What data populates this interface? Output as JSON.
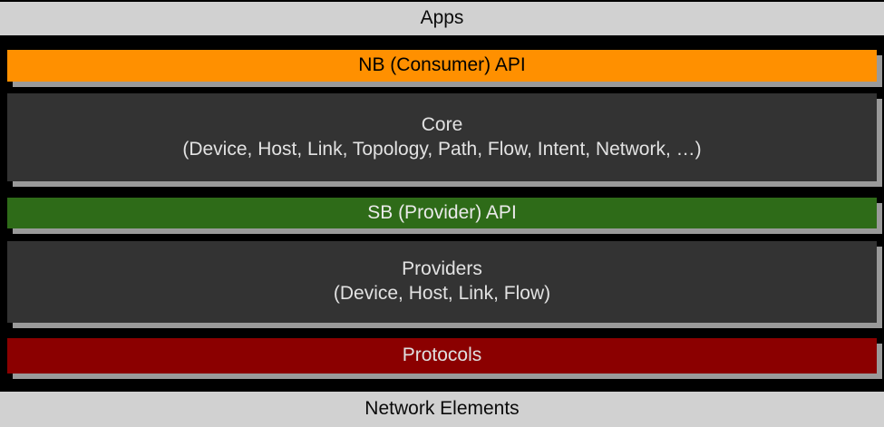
{
  "diagram": {
    "type": "layered-architecture",
    "background_color": "#000000",
    "shadow_color": "#9a9a9a",
    "layers": [
      {
        "id": "apps",
        "title": "Apps",
        "subtitle": "",
        "fill_color": "#d1d1d1",
        "text_color": "#0a0a0a"
      },
      {
        "id": "nb-api",
        "title": "NB (Consumer) API",
        "subtitle": "",
        "fill_color": "#ff9000",
        "text_color": "#000000"
      },
      {
        "id": "core",
        "title": "Core",
        "subtitle": "(Device, Host, Link, Topology, Path, Flow, Intent, Network, …)",
        "fill_color": "#333333",
        "text_color": "#e2e2e2"
      },
      {
        "id": "sb-api",
        "title": "SB (Provider) API",
        "subtitle": "",
        "fill_color": "#2e6b18",
        "text_color": "#eaeaea"
      },
      {
        "id": "providers",
        "title": "Providers",
        "subtitle": "(Device, Host, Link, Flow)",
        "fill_color": "#333333",
        "text_color": "#e2e2e2"
      },
      {
        "id": "protocols",
        "title": "Protocols",
        "subtitle": "",
        "fill_color": "#8b0000",
        "text_color": "#e0e0e0"
      },
      {
        "id": "network-elements",
        "title": "Network Elements",
        "subtitle": "",
        "fill_color": "#d1d1d1",
        "text_color": "#0a0a0a"
      }
    ]
  }
}
